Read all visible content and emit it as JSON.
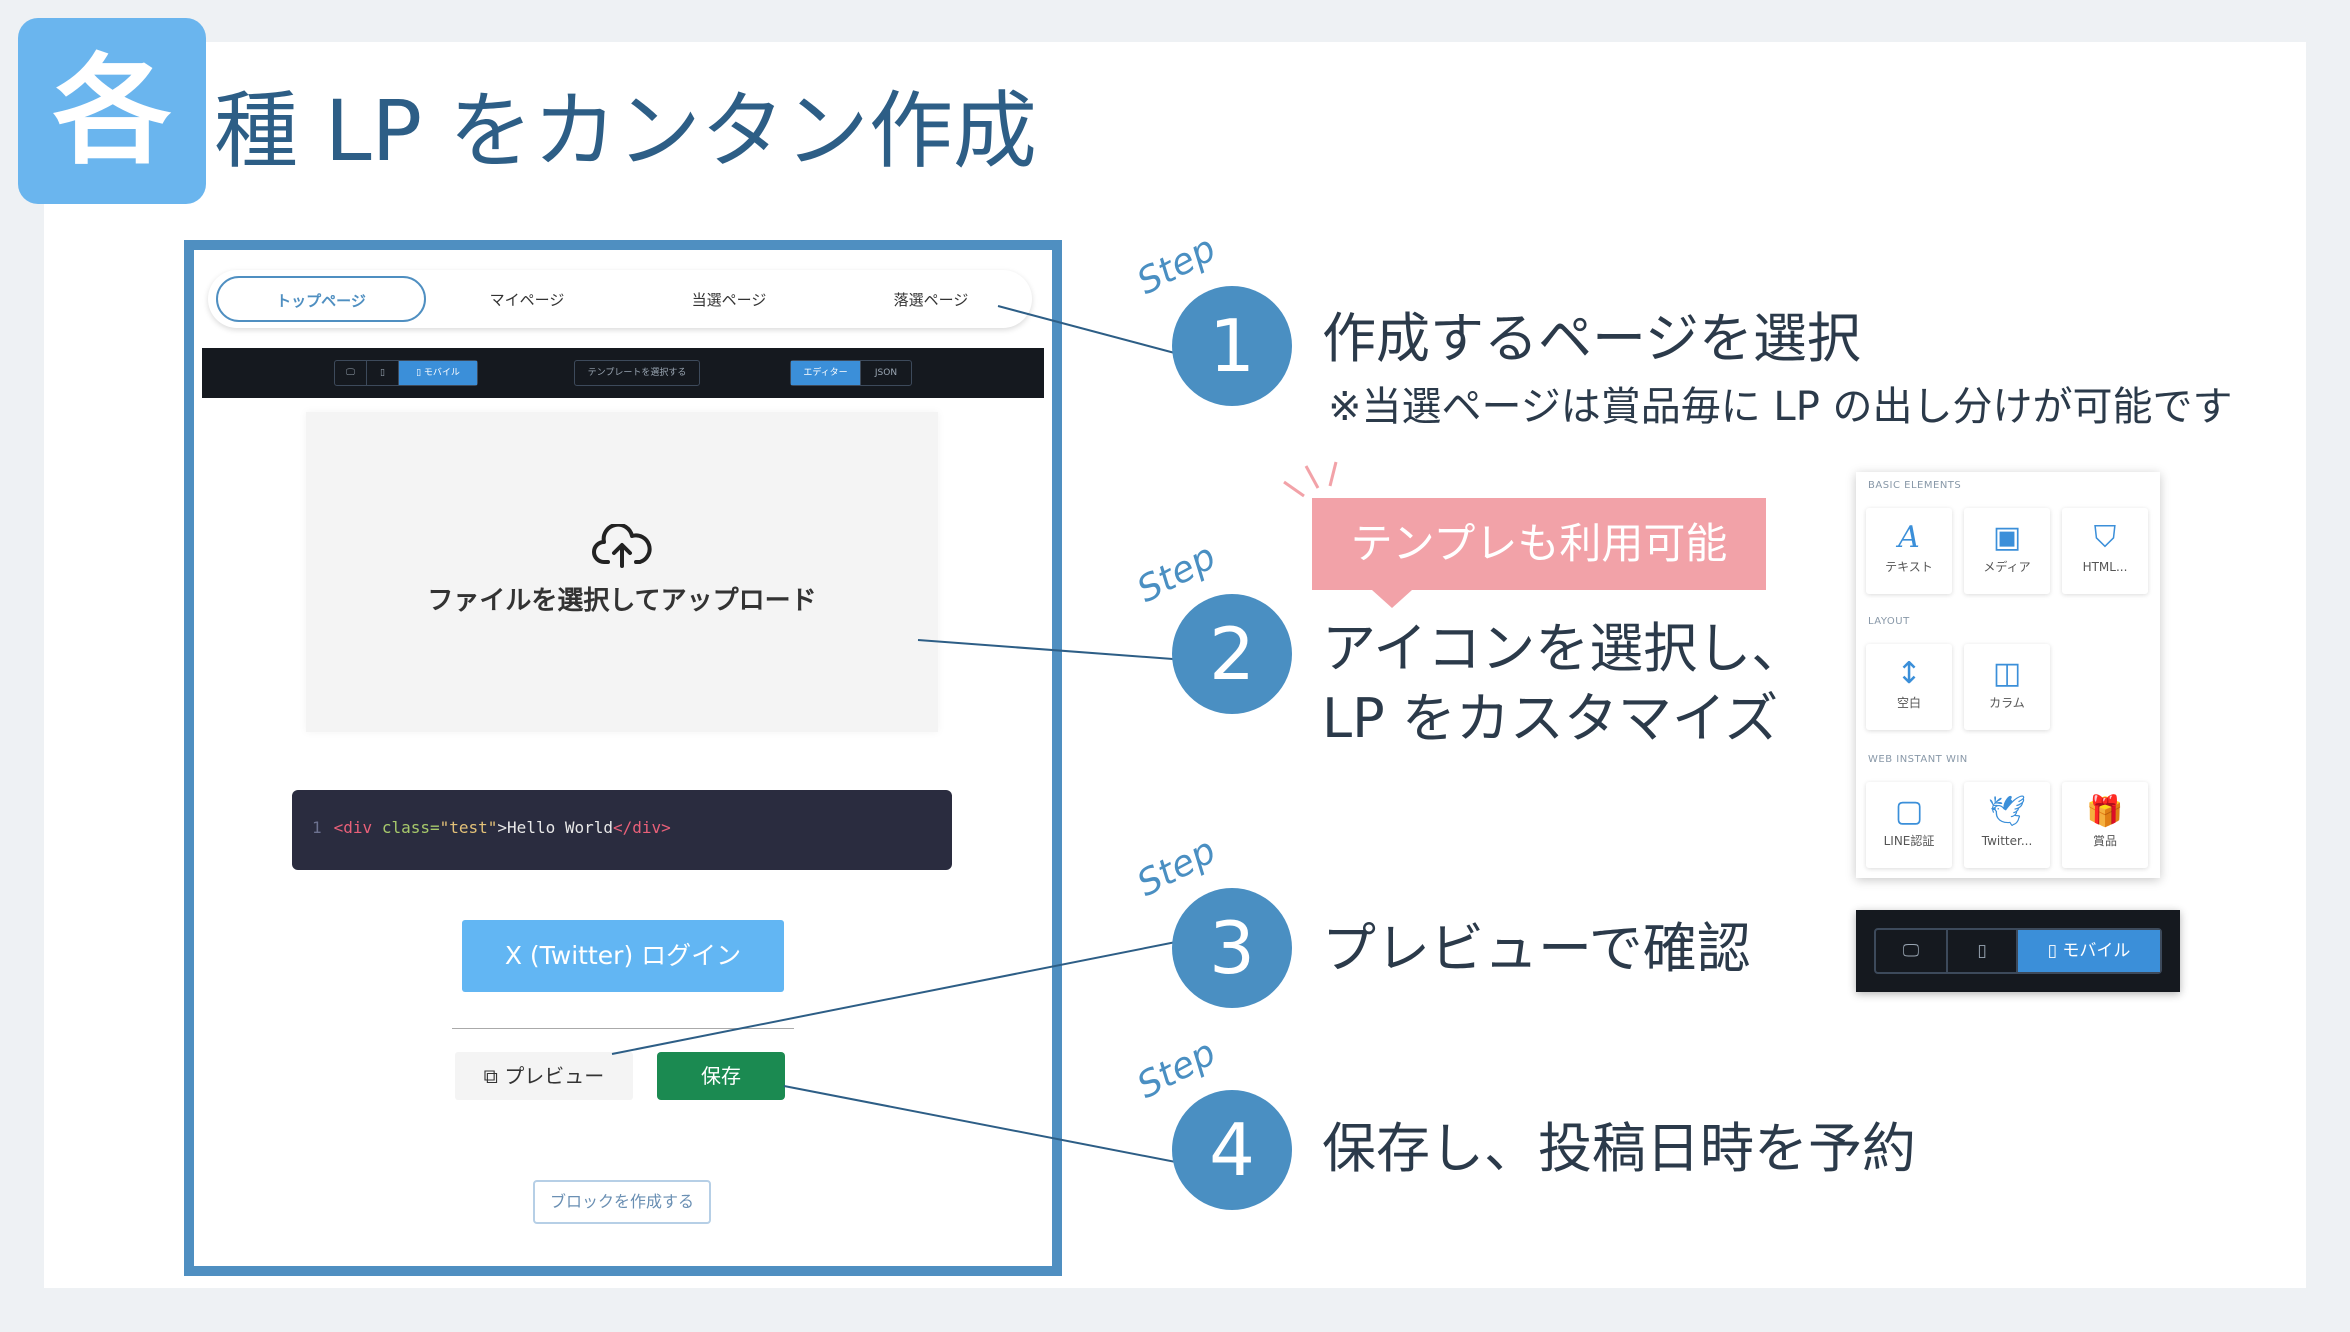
{
  "title": {
    "badge": "各",
    "rest": "種 LP をカンタン作成"
  },
  "mockup": {
    "tabs": [
      "トップページ",
      "マイページ",
      "当選ページ",
      "落選ページ"
    ],
    "toolbar": {
      "device_group": [
        "🖵",
        "▯",
        "▯ モバイル"
      ],
      "template_button": "テンプレートを選択する",
      "mode_group": [
        "エディター",
        "JSON"
      ]
    },
    "upload_text": "ファイルを選択してアップロード",
    "code": {
      "line_number": "1",
      "open_tag": "<div ",
      "attr": "class=",
      "value": "\"test\"",
      "close_bracket": ">",
      "text": "Hello World",
      "end_tag": "</div>"
    },
    "x_login_button": "X (Twitter) ログイン",
    "preview_button": "プレビュー",
    "save_button": "保存",
    "create_block_button": "ブロックを作成する"
  },
  "steps": [
    {
      "word": "Step",
      "number": "1",
      "text": "作成するページを選択",
      "note": "※当選ページは賞品毎に LP の出し分けが可能です"
    },
    {
      "word": "Step",
      "number": "2",
      "text_line1": "アイコンを選択し、",
      "text_line2": "LP をカスタマイズ"
    },
    {
      "word": "Step",
      "number": "3",
      "text": "プレビューで確認"
    },
    {
      "word": "Step",
      "number": "4",
      "text": "保存し、投稿日時を予約"
    }
  ],
  "callout": "テンプレも利用可能",
  "palette": {
    "sections": [
      {
        "heading": "BASIC ELEMENTS",
        "items": [
          {
            "icon": "text-icon",
            "label": "テキスト"
          },
          {
            "icon": "media-icon",
            "label": "メディア"
          },
          {
            "icon": "html5-icon",
            "label": "HTML..."
          }
        ]
      },
      {
        "heading": "LAYOUT",
        "items": [
          {
            "icon": "spacer-icon",
            "label": "空白"
          },
          {
            "icon": "column-icon",
            "label": "カラム"
          }
        ]
      },
      {
        "heading": "WEB INSTANT WIN",
        "items": [
          {
            "icon": "line-icon",
            "label": "LINE認証"
          },
          {
            "icon": "twitter-icon",
            "label": "Twitter..."
          },
          {
            "icon": "gift-icon",
            "label": "賞品"
          }
        ]
      }
    ]
  },
  "device_toggle": [
    "🖵",
    "▯",
    "▯ モバイル"
  ],
  "colors": {
    "accent": "#4a8fc2",
    "title": "#2d5e86",
    "callout": "#f2a2a8",
    "save": "#1b8a51",
    "x_button": "#62b6f3"
  }
}
